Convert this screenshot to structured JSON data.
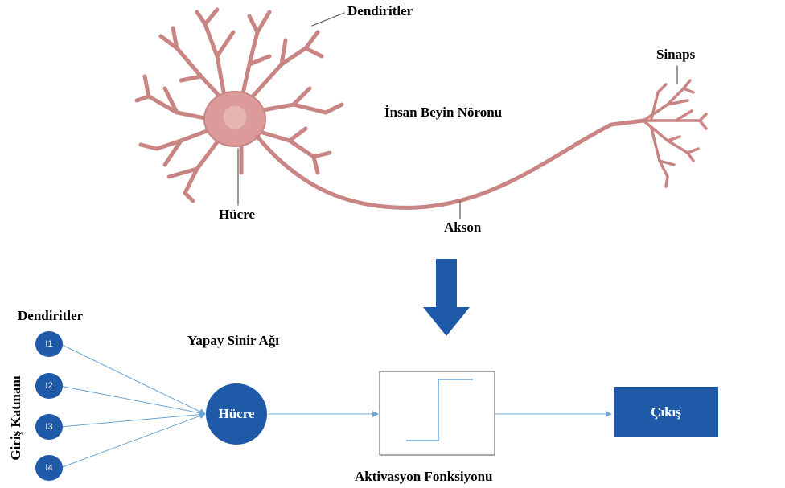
{
  "neuron": {
    "title": "İnsan Beyin Nöronu",
    "dendrites_label": "Dendiritler",
    "synapse_label": "Sinaps",
    "cell_label": "Hücre",
    "axon_label": "Akson"
  },
  "ann": {
    "title": "Yapay Sinir Ağı",
    "dendrites_label": "Dendiritler",
    "input_layer_label": "Giriş Katmanı",
    "inputs": [
      "I1",
      "I2",
      "I3",
      "I4"
    ],
    "cell_label": "Hücre",
    "activation_label": "Aktivasyon Fonksiyonu",
    "output_label": "Çıkış"
  },
  "colors": {
    "neuron_body": "#dc9a9a",
    "neuron_stroke": "#c47a7a",
    "nucleus": "#e7b4b4",
    "node_fill": "#1f5aa8",
    "arrow_fill": "#1f5aa8",
    "line": "#6fa3cf"
  }
}
